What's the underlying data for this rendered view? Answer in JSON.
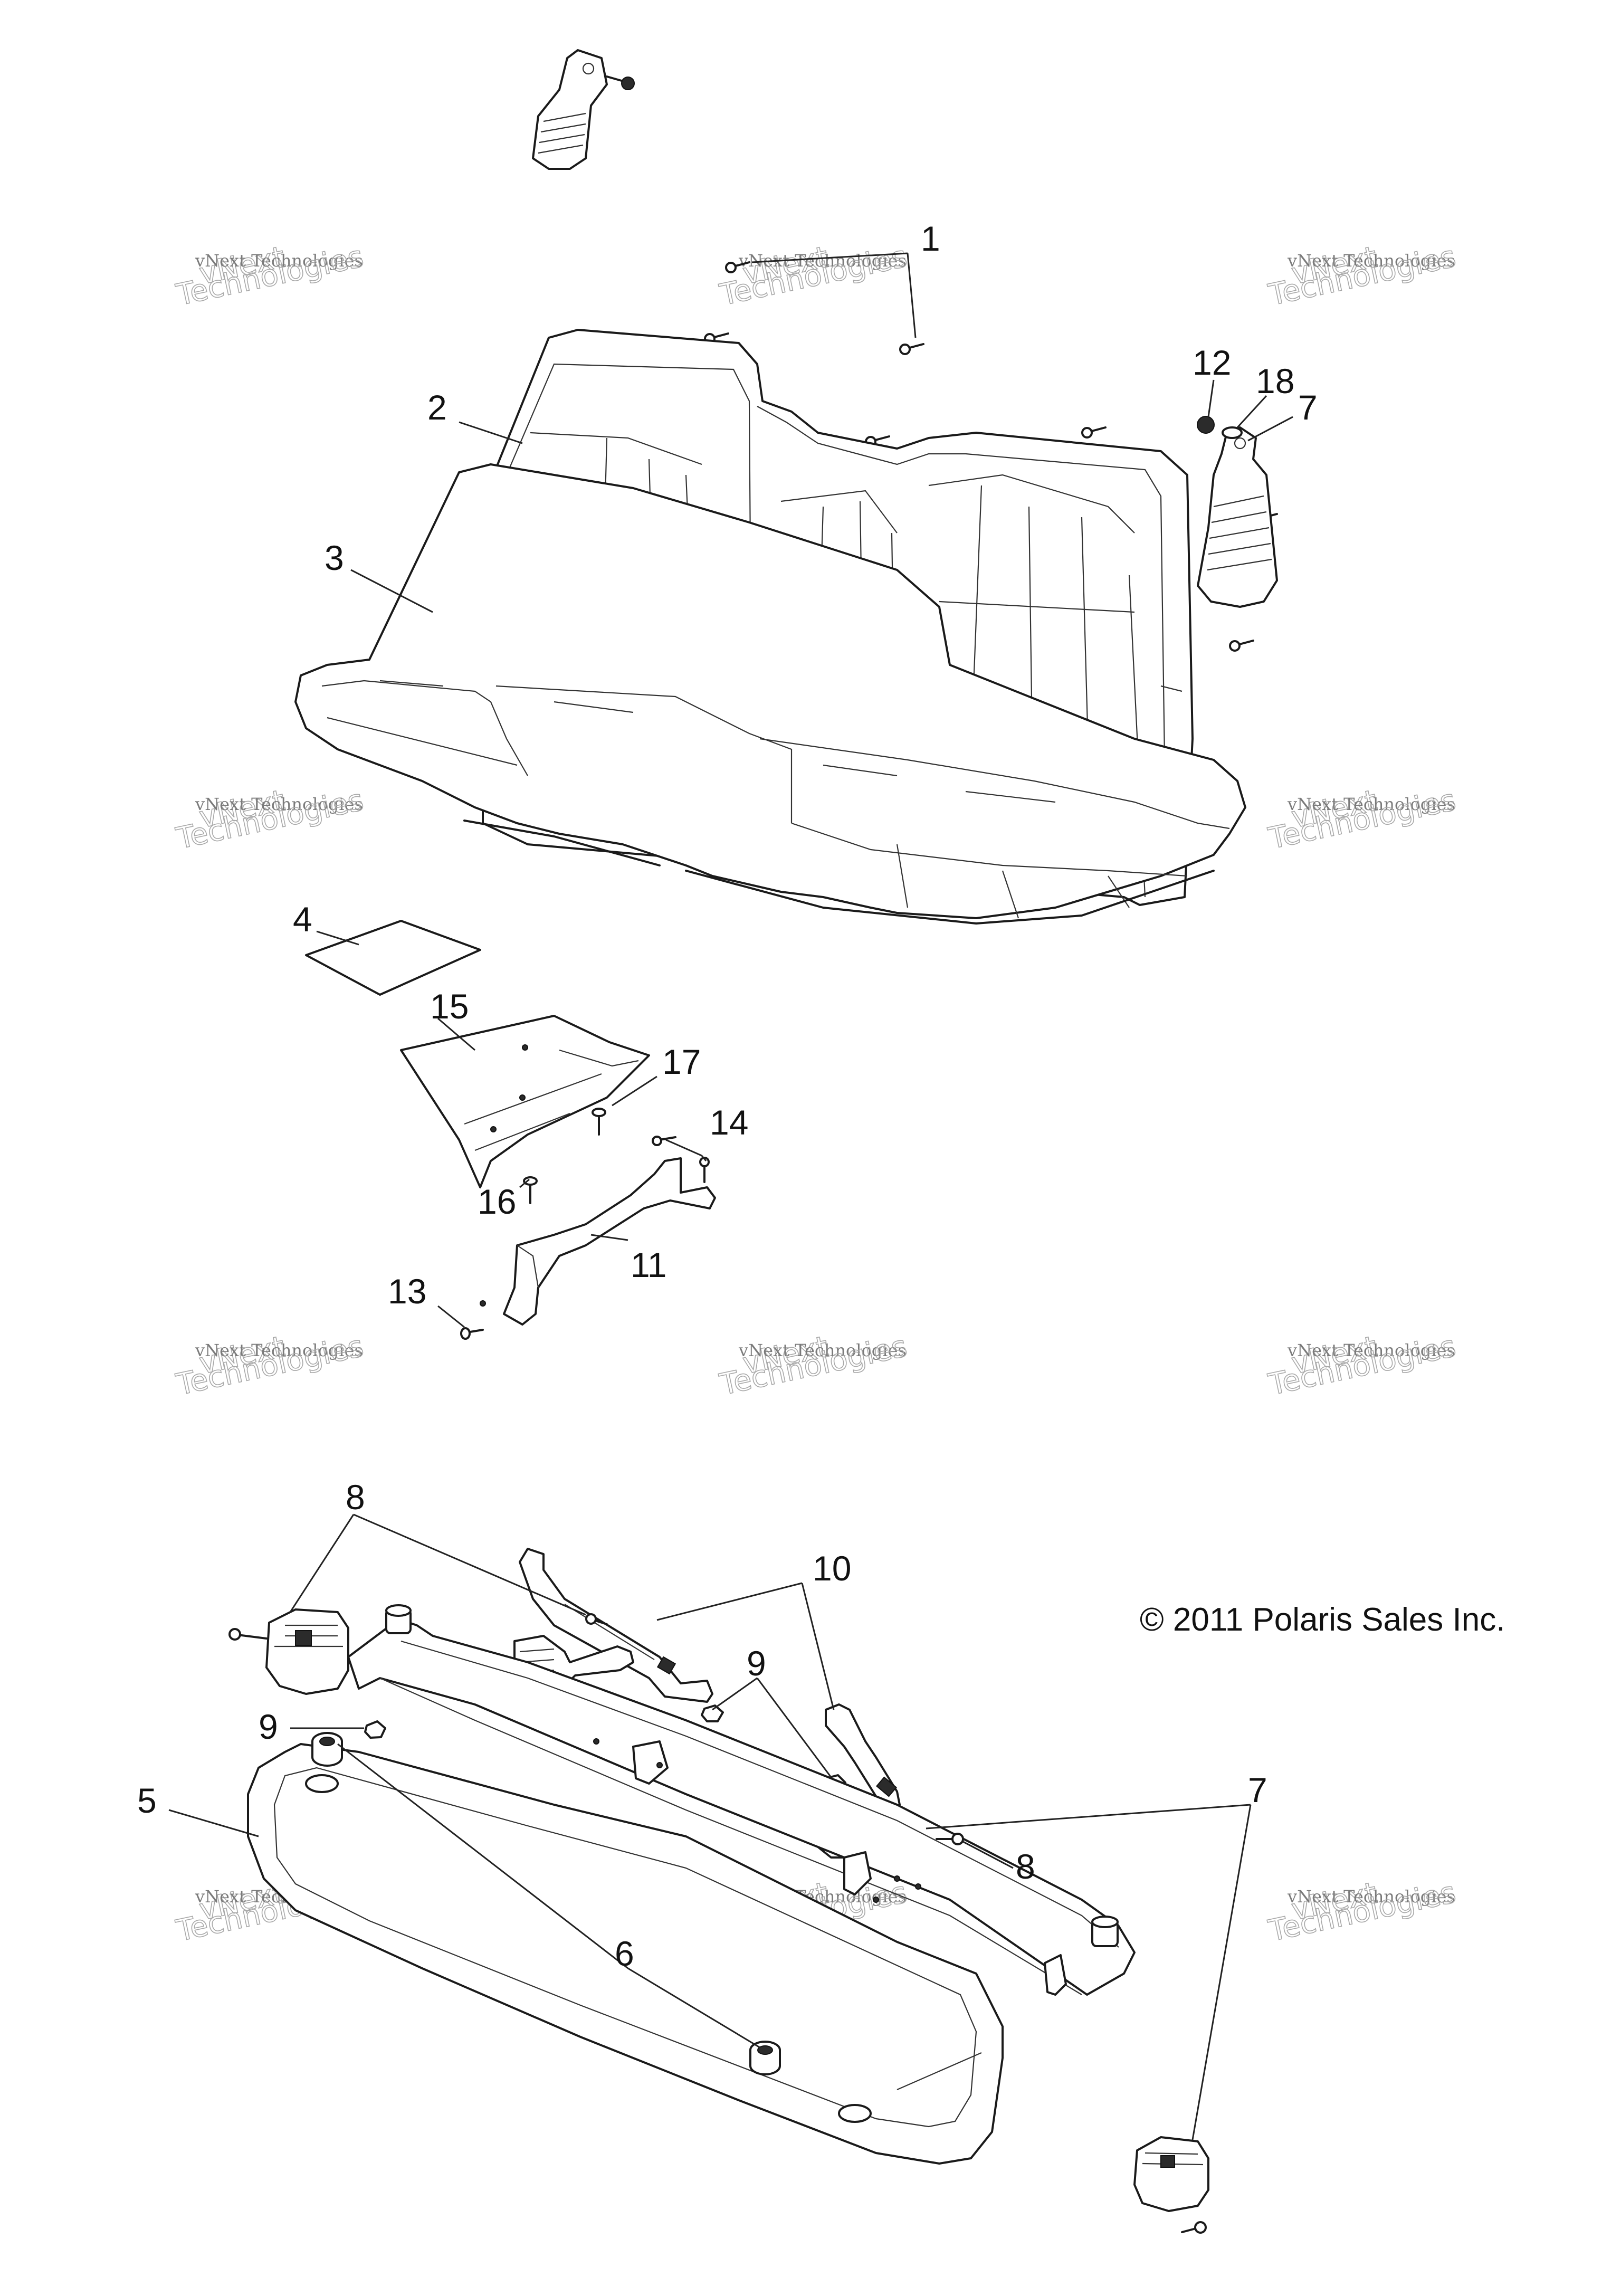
{
  "copyright": "© 2011 Polaris Sales Inc.",
  "watermark": {
    "line1": "vNext Technologies",
    "line2": "Technologies",
    "logo": "vNext"
  },
  "callouts": [
    {
      "id": "c1",
      "label": "1"
    },
    {
      "id": "c2",
      "label": "2"
    },
    {
      "id": "c3",
      "label": "3"
    },
    {
      "id": "c4",
      "label": "4"
    },
    {
      "id": "c5",
      "label": "5"
    },
    {
      "id": "c6",
      "label": "6"
    },
    {
      "id": "c7a",
      "label": "7"
    },
    {
      "id": "c7b",
      "label": "7"
    },
    {
      "id": "c8a",
      "label": "8"
    },
    {
      "id": "c8b",
      "label": "8"
    },
    {
      "id": "c9a",
      "label": "9"
    },
    {
      "id": "c9b",
      "label": "9"
    },
    {
      "id": "c10",
      "label": "10"
    },
    {
      "id": "c11",
      "label": "11"
    },
    {
      "id": "c12",
      "label": "12"
    },
    {
      "id": "c13",
      "label": "13"
    },
    {
      "id": "c14",
      "label": "14"
    },
    {
      "id": "c15",
      "label": "15"
    },
    {
      "id": "c16",
      "label": "16"
    },
    {
      "id": "c17",
      "label": "17"
    },
    {
      "id": "c18",
      "label": "18"
    }
  ]
}
